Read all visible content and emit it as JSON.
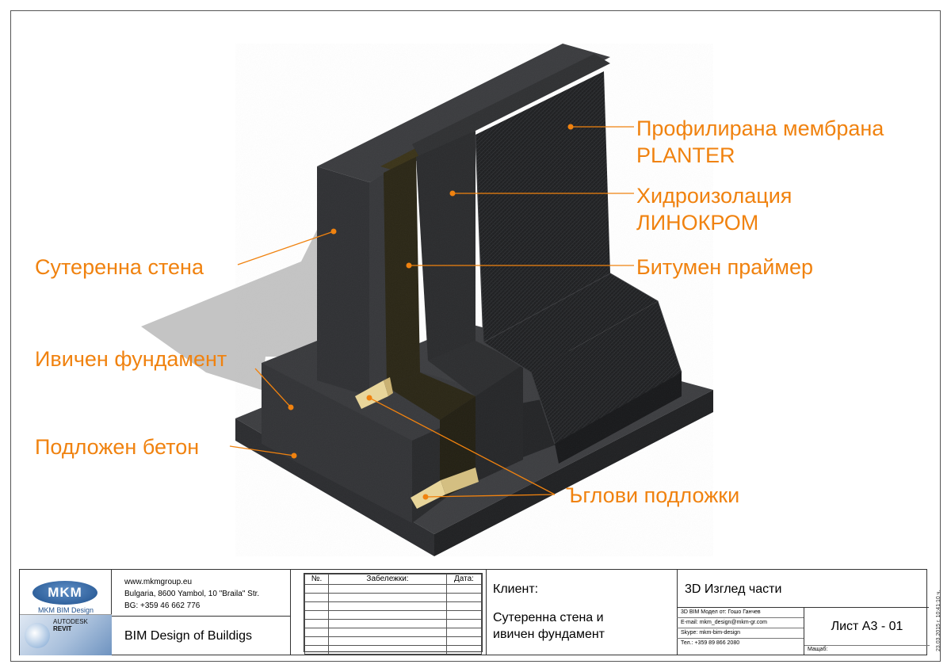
{
  "labels": {
    "planter": [
      "Профилирана мембрана",
      "PLANTER"
    ],
    "linokrom": [
      "Хидроизолация",
      "ЛИНОКРОМ"
    ],
    "primer": "Битумен праймер",
    "wall": "Сутеренна стена",
    "footing": "Ивичен фундамент",
    "lean_concrete": "Подложен бетон",
    "corner_pads": "Ъглови подложки"
  },
  "colors": {
    "callout": "#f0820f",
    "concrete": "#2d2e31",
    "membrane": "#1e1f21",
    "primer": "#2a2615",
    "pad": "#e8d59a"
  },
  "title_block": {
    "logo": {
      "brand": "MKM",
      "brand_sub": "MKM BIM Design",
      "revit_top": "AUTODESK",
      "revit_name": "REVIT"
    },
    "contact": {
      "website": "www.mkmgroup.eu",
      "address": "Bulgaria, 8600 Yambol, 10 \"Braila\" Str.",
      "phone": "BG: +359 46  662 776",
      "tagline": "BIM Design of Buildigs"
    },
    "notes": {
      "col_no": "№.",
      "col_notes": "Забележки:",
      "col_date": "Дата:"
    },
    "client_label": "Клиент:",
    "client_name": [
      "Сутеренна стена и",
      "ивичен фундамент"
    ],
    "view_title": "3D Изглед части",
    "info": {
      "model_by": "3D BIM Модел от:   Гошо Ганчев",
      "email": "E-mail: mkm_design@mkm-gr.com",
      "skype": "Skype: mkm-bim-design",
      "tel": "Тел.: +359 89 866 2080"
    },
    "sheet": "Лист А3 - 01",
    "scale_label": "Мащаб:",
    "stamp": "23.03.2015 г. 10:41:10 ч."
  }
}
